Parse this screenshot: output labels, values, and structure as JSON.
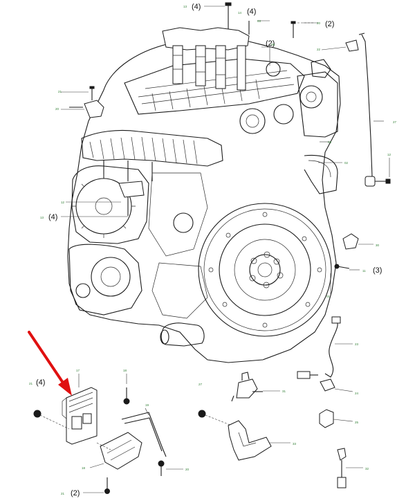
{
  "diagram": {
    "colors": {
      "line": "#1a1a1a",
      "ref": "#2e7d32",
      "arrow": "#e01010"
    },
    "quantity_labels": [
      {
        "id": "q-top-left",
        "text": "(4)"
      },
      {
        "id": "q-top-mid",
        "text": "(4)"
      },
      {
        "id": "q-top-right",
        "text": "(2)"
      },
      {
        "id": "q-upper-mid",
        "text": "(2)"
      },
      {
        "id": "q-left",
        "text": "(4)"
      },
      {
        "id": "q-right",
        "text": "(3)"
      },
      {
        "id": "q-ecu",
        "text": "(4)"
      },
      {
        "id": "q-bottom",
        "text": "(2)"
      }
    ],
    "ref_labels": [
      {
        "id": "r1",
        "text": "13"
      },
      {
        "id": "r2",
        "text": "14"
      },
      {
        "id": "r3",
        "text": "20"
      },
      {
        "id": "r4",
        "text": "22"
      },
      {
        "id": "r5",
        "text": "21"
      },
      {
        "id": "r6",
        "text": "20"
      },
      {
        "id": "r7",
        "text": "27"
      },
      {
        "id": "r8",
        "text": "08"
      },
      {
        "id": "r9",
        "text": "02"
      },
      {
        "id": "r10",
        "text": "12"
      },
      {
        "id": "r11",
        "text": "12"
      },
      {
        "id": "r12",
        "text": "13"
      },
      {
        "id": "r13",
        "text": "30"
      },
      {
        "id": "r14",
        "text": "11"
      },
      {
        "id": "r15",
        "text": "01"
      },
      {
        "id": "r16",
        "text": "23"
      },
      {
        "id": "r17",
        "text": "24"
      },
      {
        "id": "r18",
        "text": "25"
      },
      {
        "id": "r19",
        "text": "32"
      },
      {
        "id": "r20",
        "text": "17"
      },
      {
        "id": "r21",
        "text": "21"
      },
      {
        "id": "r22",
        "text": "18"
      },
      {
        "id": "r23",
        "text": "19"
      },
      {
        "id": "r24",
        "text": "18"
      },
      {
        "id": "r25",
        "text": "20"
      },
      {
        "id": "r26",
        "text": "21"
      },
      {
        "id": "r27",
        "text": "27"
      },
      {
        "id": "r28",
        "text": "31"
      },
      {
        "id": "r29",
        "text": "33"
      },
      {
        "id": "r30",
        "text": "05"
      },
      {
        "id": "r31",
        "text": "03"
      }
    ],
    "highlight": {
      "icon": "red-arrow-icon",
      "target": "engine-control-module"
    }
  }
}
